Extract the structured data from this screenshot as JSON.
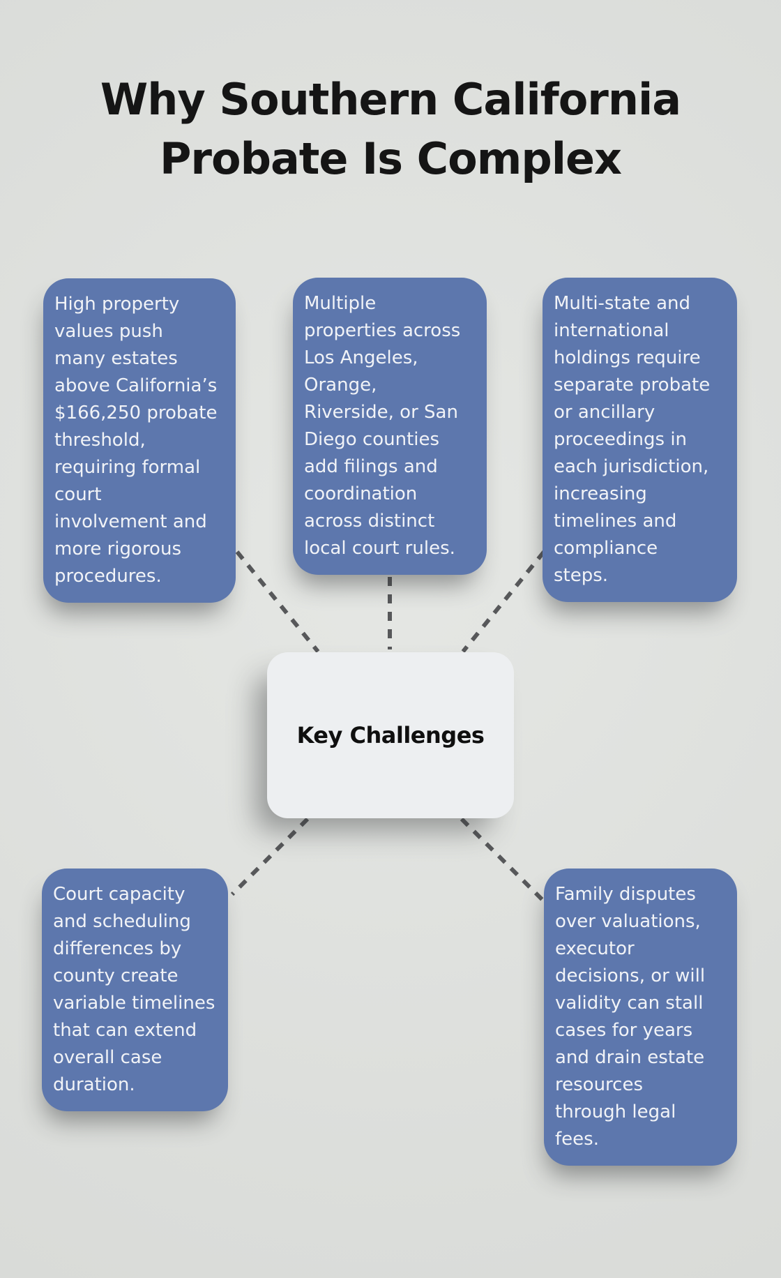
{
  "title": {
    "text": "Why Southern California\nProbate Is Complex"
  },
  "center_node": {
    "label": "Key Challenges"
  },
  "challenges": [
    {
      "id": "high-property-values",
      "text": "High property\nvalues push\nmany estates\nabove California’s\n$166,250 probate\nthreshold,\nrequiring formal\ncourt\ninvolvement and\nmore rigorous\nprocedures."
    },
    {
      "id": "multiple-properties",
      "text": "Multiple\nproperties across\nLos Angeles,\nOrange,\nRiverside, or San\nDiego counties\nadd filings and\ncoordination\nacross distinct\nlocal court rules."
    },
    {
      "id": "multi-state-holdings",
      "text": "Multi-state and\ninternational\nholdings require\nseparate probate\nor ancillary\nproceedings in\neach jurisdiction,\nincreasing\ntimelines and\ncompliance\nsteps."
    },
    {
      "id": "court-capacity",
      "text": "Court capacity\nand scheduling\ndifferences by\ncounty create\nvariable timelines\nthat can extend\noverall case\nduration."
    },
    {
      "id": "family-disputes",
      "text": "Family disputes\nover valuations,\nexecutor\ndecisions, or will\nvalidity can stall\ncases for years\nand drain estate\nresources\nthrough legal\nfees."
    }
  ],
  "colors": {
    "accent": "#5d77ad",
    "card-text": "#f1f3f7",
    "center-bg": "#edeff1",
    "center-text": "#0f0f0f",
    "title-color": "#151515",
    "dash-color": "#57585a",
    "bg-light": "#e5e7e4",
    "bg-base": "#dcdedb",
    "bg-dark": "#d7d9d6"
  }
}
